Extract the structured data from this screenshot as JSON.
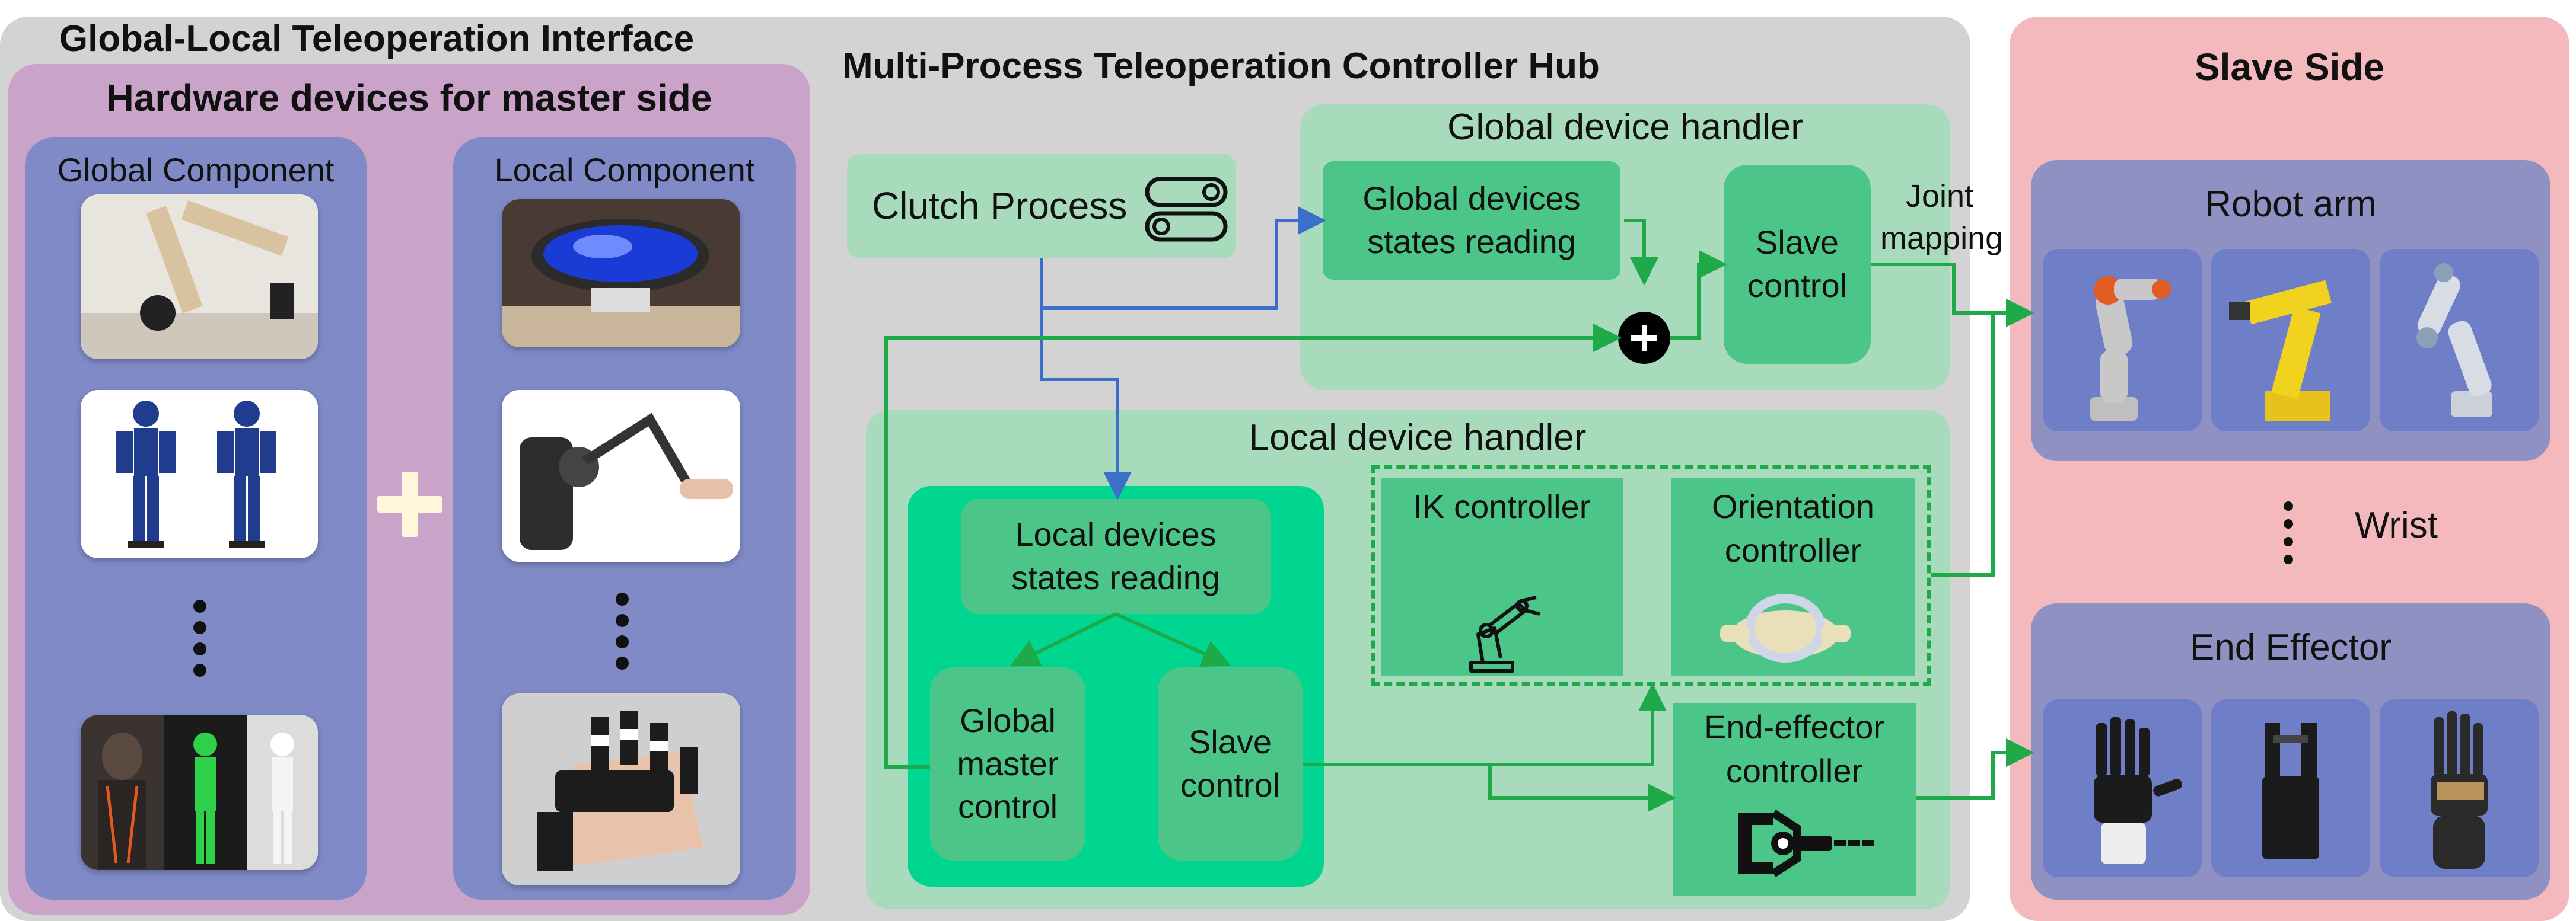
{
  "interface_title": "Global-Local Teleoperation Interface",
  "master_side": {
    "title": "Hardware devices for master side",
    "global_component": {
      "title": "Global Component",
      "images": [
        "robot-arm-master-device-icon",
        "exoskeleton-suit-icon",
        "motion-capture-suit-icon"
      ]
    },
    "local_component": {
      "title": "Local Component",
      "images": [
        "vr-headset-icon",
        "haptic-stylus-device-icon",
        "haptic-glove-icon"
      ]
    },
    "plus_symbol": "+"
  },
  "hub": {
    "title": "Multi-Process Teleoperation Controller Hub",
    "clutch_process": "Clutch Process",
    "global_handler": {
      "title": "Global device handler",
      "states_reading": "Global devices states reading",
      "slave_control": "Slave control",
      "joint_mapping": "Joint mapping"
    },
    "local_handler": {
      "title": "Local device handler",
      "states_reading": "Local devices states reading",
      "global_master_control": "Global master control",
      "slave_control": "Slave control",
      "ik_controller": "IK controller",
      "orientation_controller": "Orientation controller",
      "end_effector_controller": "End-effector controller"
    }
  },
  "slave_side": {
    "title": "Slave Side",
    "robot_arm": "Robot arm",
    "wrist": "Wrist",
    "end_effector": "End Effector",
    "robot_images": [
      "kuka-arm-icon",
      "yellow-industrial-arm-icon",
      "ur-arm-icon"
    ],
    "effector_images": [
      "dexterous-hand-icon",
      "parallel-gripper-icon",
      "shadow-hand-icon"
    ]
  },
  "colors": {
    "background_gray": "#d3d3d3",
    "master_panel": "#c9a3c8",
    "component_blue": "#7f8ac7",
    "handler_green": "#a7dbbb",
    "box_green": "#4cc688",
    "bright_green": "#00d68f",
    "slave_pink": "#f4b9bd",
    "arrow_green": "#1faa4a",
    "arrow_blue": "#3d6fc9"
  }
}
